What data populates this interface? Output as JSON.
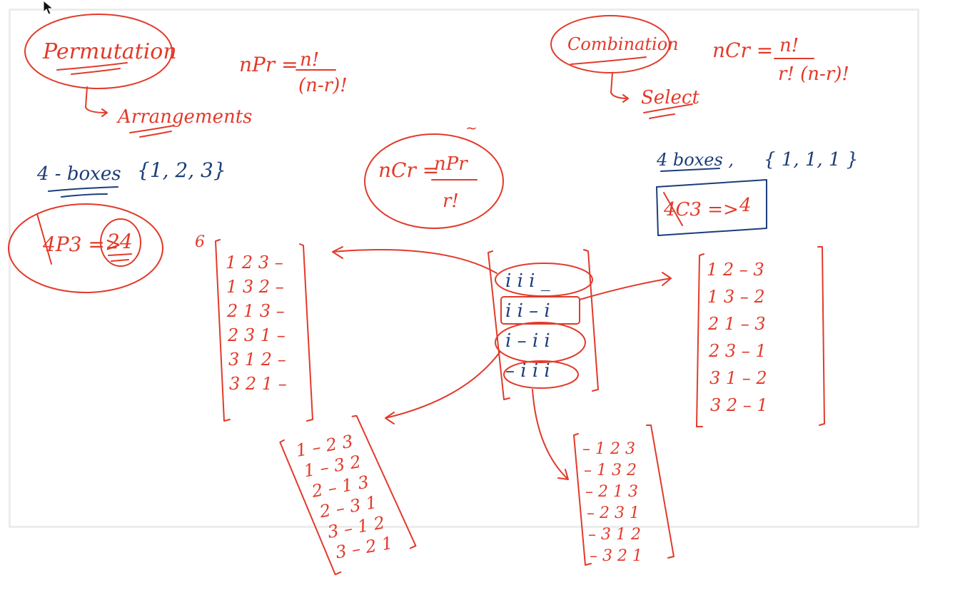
{
  "colors": {
    "red_ink": "#e23a2a",
    "blue_ink": "#1c3d7a",
    "board_border": "#ececec",
    "background": "#ffffff"
  },
  "cursor": {
    "icon": "mouse-pointer-icon"
  },
  "permutation": {
    "title": "Permutation",
    "meaning": "Arrangements",
    "formula_lhs": "nPr =",
    "formula_num": "n!",
    "formula_den": "(n-r)!"
  },
  "combination": {
    "title": "Combination",
    "meaning": "Select",
    "formula_lhs": "nCr =",
    "formula_num": "n!",
    "formula_den": "r! (n-r)!"
  },
  "relation": {
    "lhs": "nCr =",
    "num": "nPr",
    "den": "r!",
    "mark": "~"
  },
  "left_example": {
    "boxes_label": "4 - boxes",
    "set_label": "{1, 2, 3}",
    "result_expr": "4P3 =>",
    "result_value": "24",
    "count": "6",
    "arrangements": [
      "1 2 3 –",
      "1 3 2 –",
      "2 1 3 –",
      "2 3 1 –",
      "3 1 2 –",
      "3 2 1 –"
    ]
  },
  "right_example": {
    "boxes_label": "4 boxes ,",
    "set_label": "{ 1, 1, 1 }",
    "result_expr": "4C3 =>",
    "result_value": "4",
    "arrangements": [
      "1 2 – 3",
      "1 3 – 2",
      "2 1 – 3",
      "2 3 – 1",
      "3 1 – 2",
      "3 2 – 1"
    ]
  },
  "center_patterns": [
    "i i i _",
    "i i – i",
    "i – i i",
    "– i i i"
  ],
  "bottom_left_list": [
    "1 – 2 3",
    "1 – 3 2",
    "2 – 1 3",
    "2 – 3 1",
    "3 – 1 2",
    "3 – 2 1"
  ],
  "bottom_right_list": [
    "– 1 2 3",
    "– 1 3 2",
    "– 2 1 3",
    "– 2 3 1",
    "– 3 1 2",
    "– 3 2 1"
  ]
}
